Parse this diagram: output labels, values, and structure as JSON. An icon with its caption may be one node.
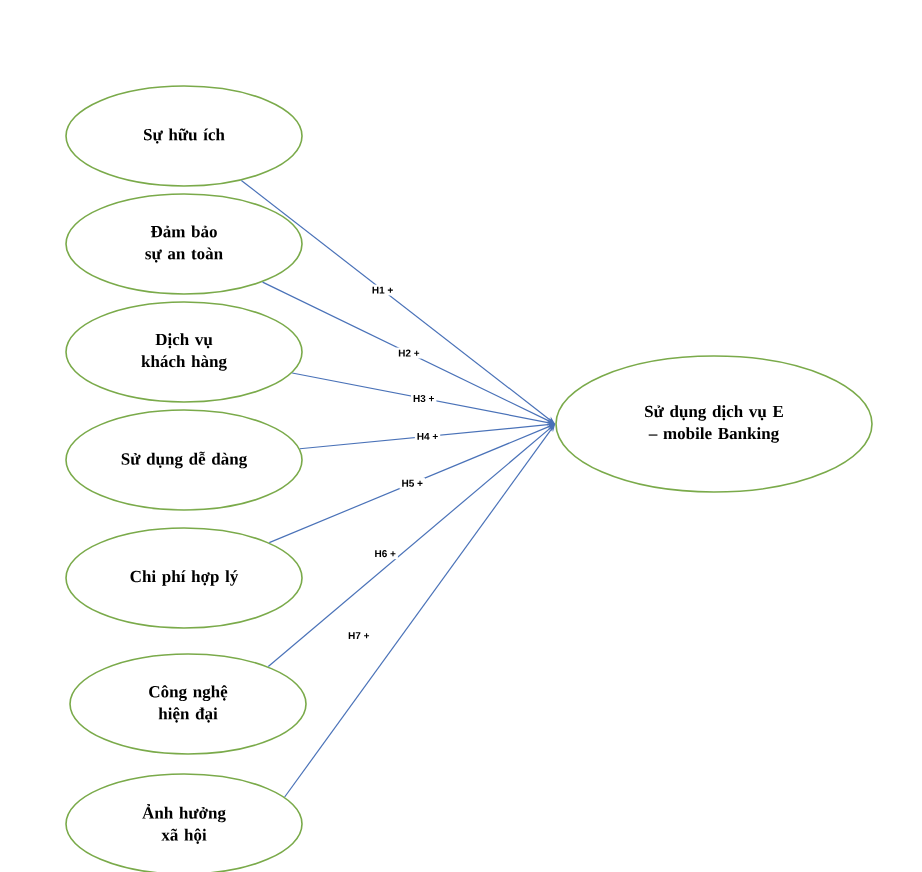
{
  "diagram": {
    "nodes": [
      {
        "text": [
          "Sự hữu ích"
        ]
      },
      {
        "text": [
          "Đảm bảo sự an toàn"
        ]
      },
      {
        "text": [
          "Dịch vụ khách hàng"
        ]
      },
      {
        "text": [
          "Sử dụng dễ dàng"
        ]
      },
      {
        "text": [
          "Chi phí hợp lý"
        ]
      },
      {
        "text": [
          "Công nghệ hiện đại"
        ]
      },
      {
        "text": [
          "Ảnh hưởng xã hội"
        ]
      },
      {
        "text": [
          "Sử dụng dịch vụ E – mobile Banking"
        ]
      }
    ],
    "edges": [
      {
        "from": 0,
        "to": 7,
        "arrow": "to",
        "label": "H1 +"
      },
      {
        "from": 1,
        "to": 7,
        "arrow": "to",
        "label": "H2 +"
      },
      {
        "from": 2,
        "to": 7,
        "arrow": "to",
        "label": "H3 +"
      },
      {
        "from": 3,
        "to": 7,
        "arrow": "to",
        "label": "H4 +"
      },
      {
        "from": 4,
        "to": 7,
        "arrow": "to",
        "label": "H5 +"
      },
      {
        "from": 5,
        "to": 7,
        "arrow": "to",
        "label": "H6 +"
      },
      {
        "from": 6,
        "to": 7,
        "arrow": "to",
        "label": "H7 +"
      }
    ]
  }
}
